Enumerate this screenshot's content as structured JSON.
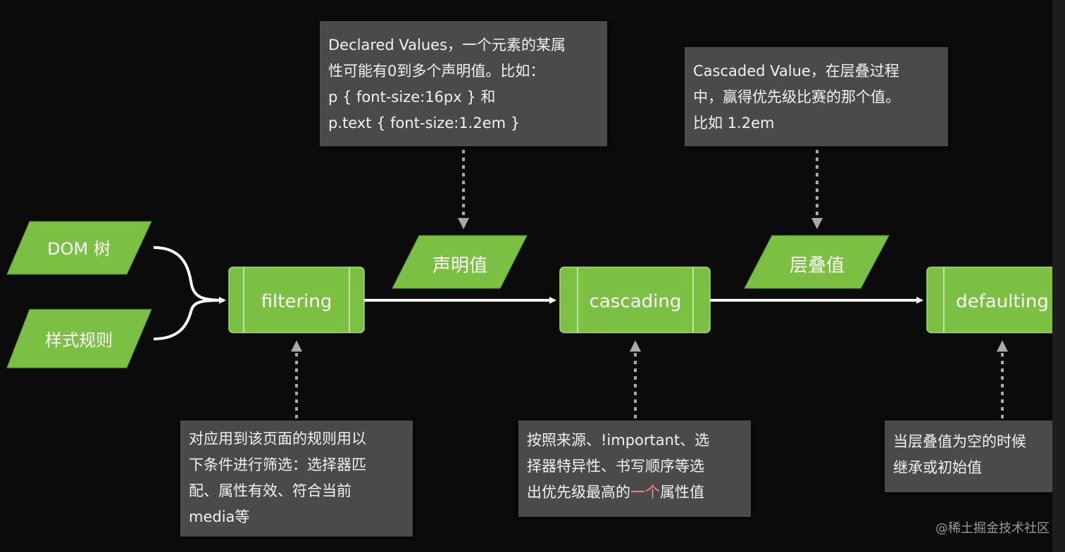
{
  "inputs": {
    "dom_tree": "DOM 树",
    "style_rules": "样式规则"
  },
  "steps": {
    "filtering": "filtering",
    "cascading": "cascading",
    "defaulting": "defaulting"
  },
  "values": {
    "declared": "声明值",
    "cascaded": "层叠值"
  },
  "notes": {
    "declared": [
      "Declared Values，一个元素的某属",
      "性可能有0到多个声明值。比如：",
      "p { font-size:16px } 和",
      "p.text { font-size:1.2em }"
    ],
    "cascaded": [
      "Cascaded Value，在层叠过程",
      "中，赢得优先级比赛的那个值。",
      "比如 1.2em"
    ],
    "filtering": [
      "对应用到该页面的规则用以",
      "下条件进行筛选：选择器匹",
      "配、属性有效、符合当前",
      "media等"
    ],
    "cascading": {
      "line1": "按照来源、!important、选",
      "line2": "择器特异性、书写顺序等选",
      "line3_before": "出优先级最高的",
      "line3_highlight": "一个",
      "line3_after": "属性值"
    },
    "defaulting": [
      "当层叠值为空的时候",
      "继承或初始值"
    ]
  },
  "watermark": "@稀土掘金技术社区",
  "colors": {
    "shape_fill": "#7bc043",
    "shape_stroke": "#5c9630",
    "note_bg": "#4a4a4a",
    "arrow_solid": "#ffffff",
    "arrow_dotted": "#a9a9a9",
    "highlight": "#ff8a8a",
    "background": "#0b0b0b"
  }
}
